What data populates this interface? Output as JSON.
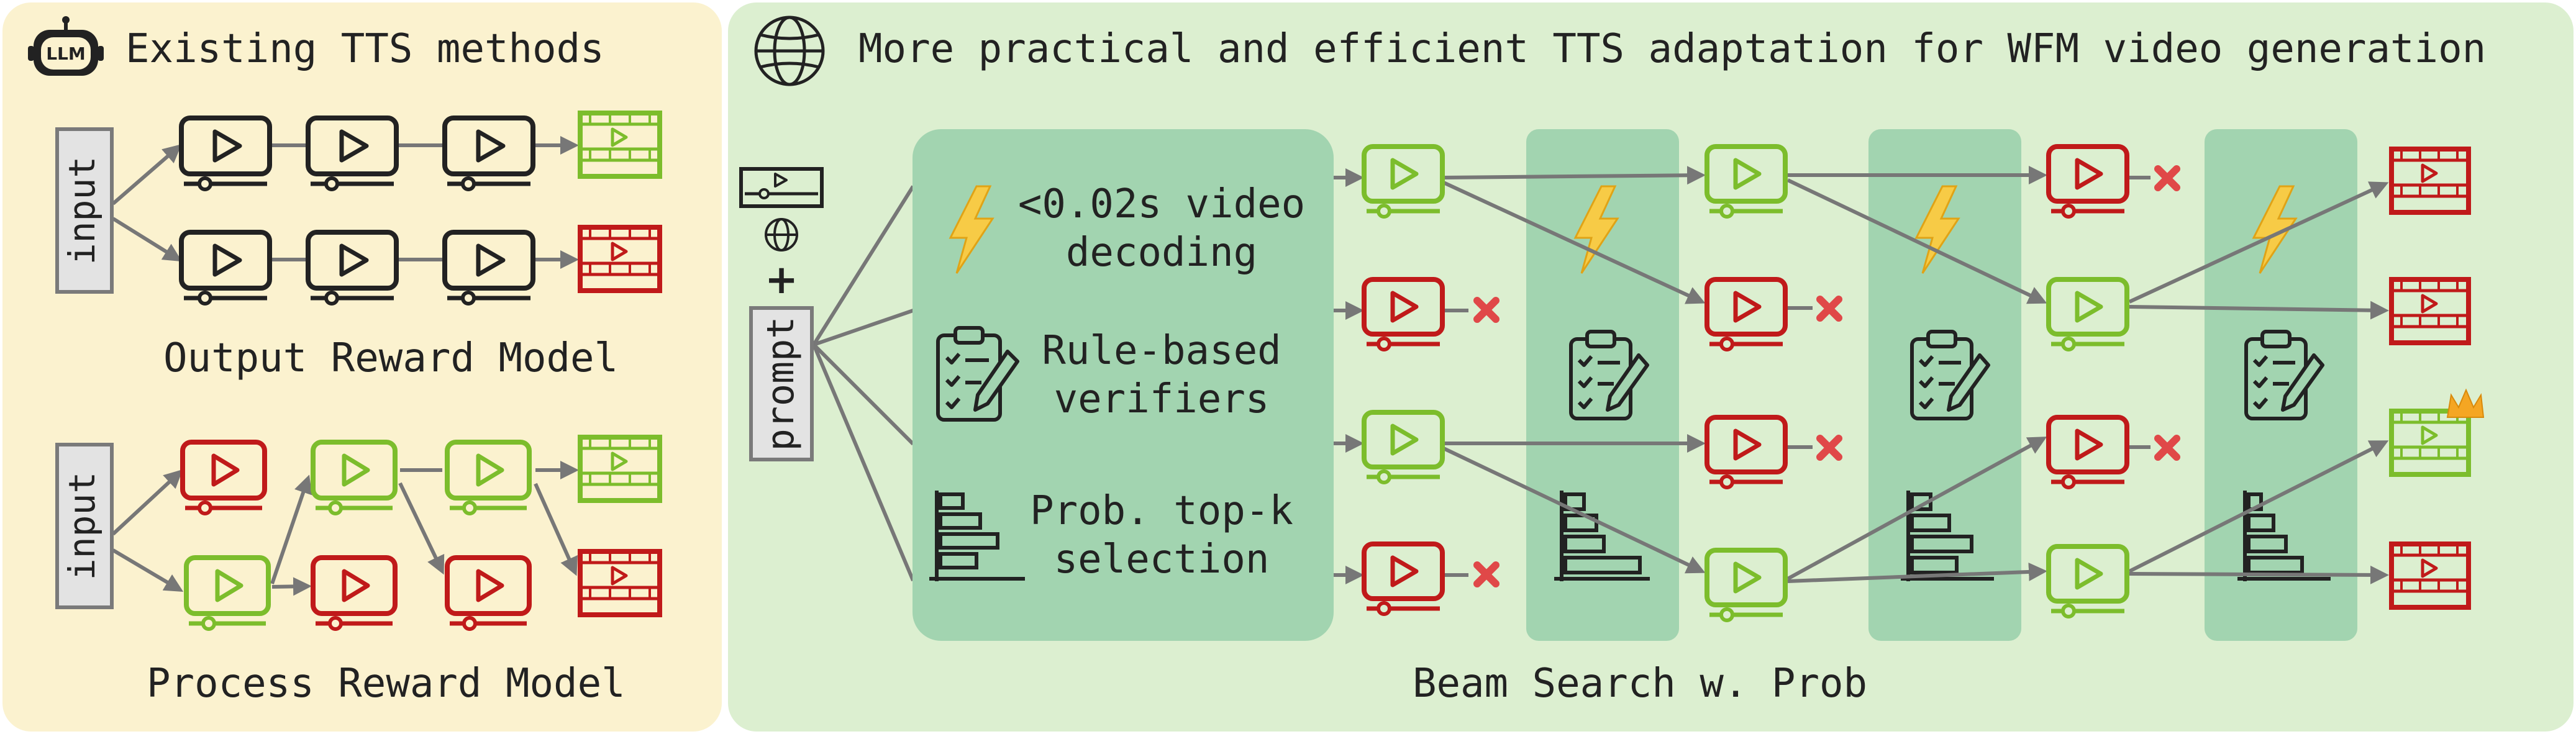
{
  "left_panel": {
    "title": "Existing TTS methods",
    "logo_text": "LLM",
    "input_label": "input",
    "output_rm_label": "Output Reward Model",
    "process_rm_label": "Process Reward Model"
  },
  "right_panel": {
    "title": "More practical and efficient TTS adaptation for WFM video generation",
    "prompt_label": "prompt",
    "plus_sign": "+",
    "features": [
      {
        "line1": "<0.02s video",
        "line2": "decoding",
        "icon": "lightning-icon"
      },
      {
        "line1": "Rule-based",
        "line2": "verifiers",
        "icon": "clipboard-checklist-icon"
      },
      {
        "line1": "Prob. top-k",
        "line2": "selection",
        "icon": "histogram-icon"
      }
    ],
    "caption": "Beam Search w. Prob"
  },
  "colors": {
    "left_bg": "#fbf2cf",
    "right_bg": "#dcefd0",
    "block_bg": "#a2d4b0",
    "good": "#7cbd2c",
    "bad": "#c01a1a",
    "reject": "#e04848",
    "crown": "#f5a623"
  }
}
